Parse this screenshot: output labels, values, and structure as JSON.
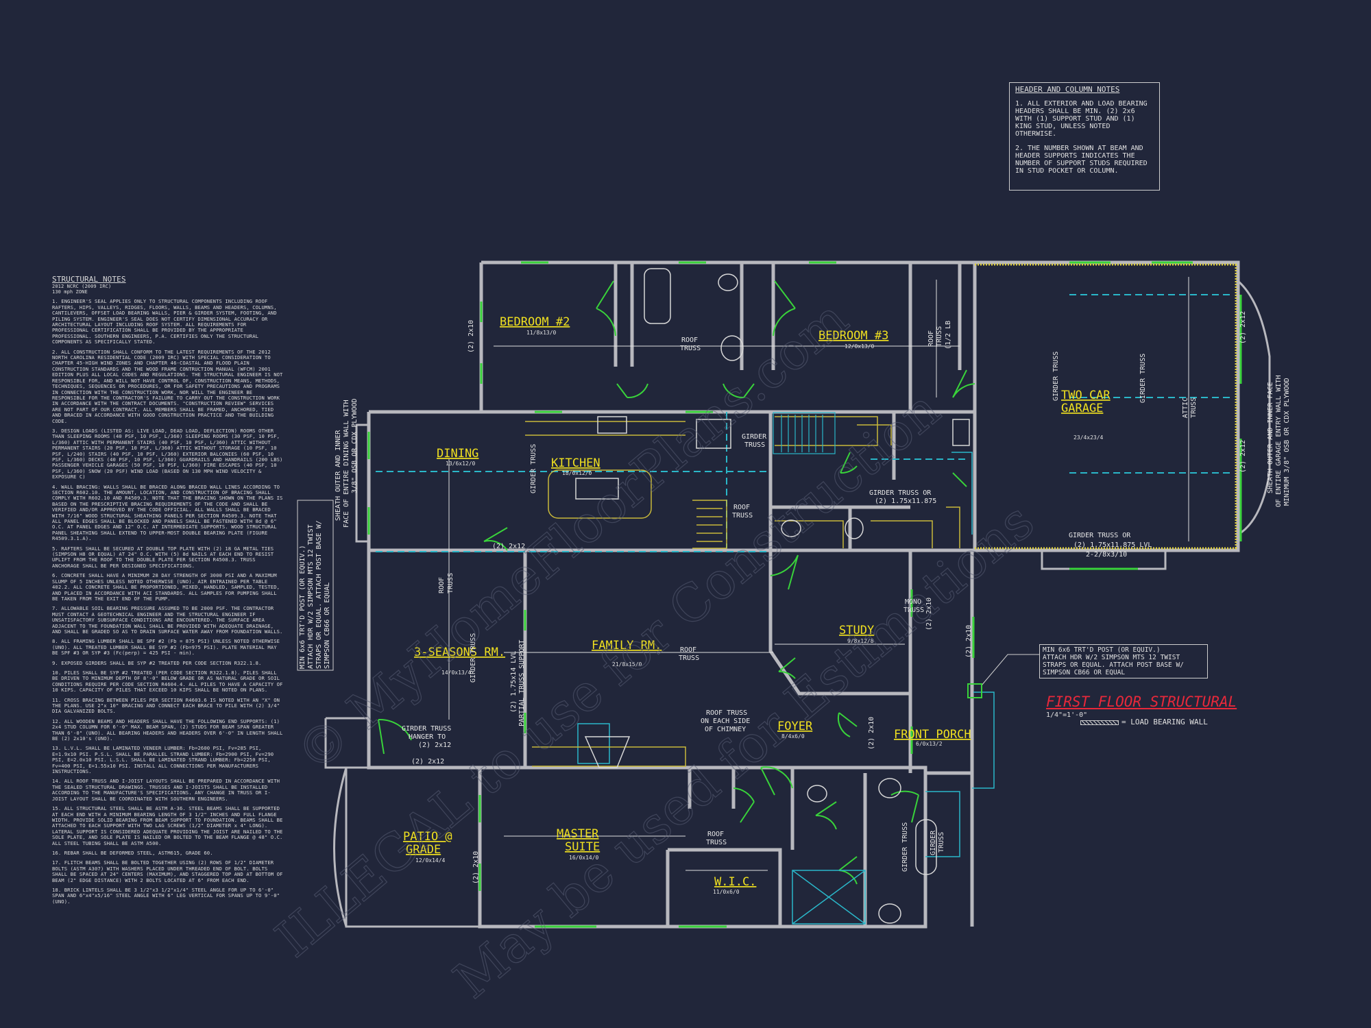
{
  "structural_notes": {
    "title": "STRUCTURAL NOTES",
    "subtitle_1": "2012 NCRC (2009 IRC)",
    "subtitle_2": "130 mph ZONE",
    "items": [
      "1. ENGINEER'S SEAL APPLIES ONLY TO STRUCTURAL COMPONENTS INCLUDING ROOF RAFTERS, HIPS, VALLEYS, RIDGES, FLOORS, WALLS, BEAMS AND HEADERS, COLUMNS, CANTILEVERS, OFFSET LOAD BEARING WALLS, PIER & GIRDER SYSTEM, FOOTING, AND PILING SYSTEM. ENGINEER'S SEAL DOES NOT CERTIFY DIMENSIONAL ACCURACY OR ARCHITECTURAL LAYOUT INCLUDING ROOF SYSTEM. ALL REQUIREMENTS FOR PROFESSIONAL CERTIFICATION SHALL BE PROVIDED BY THE APPROPRIATE PROFESSIONAL. SOUTHERN ENGINEERS, P.A. CERTIFIES ONLY THE STRUCTURAL COMPONENTS AS SPECIFICALLY STATED.",
      "2. ALL CONSTRUCTION SHALL CONFORM TO THE LATEST REQUIREMENTS OF THE 2012 NORTH CAROLINA RESIDENTIAL CODE (2009 IRC) WITH SPECIAL CONSIDERATION TO CHAPTER 45-HIGH WIND ZONES AND CHAPTER 46-COASTAL AND FLOOD PLAIN CONSTRUCTION STANDARDS AND THE WOOD FRAME CONTRUCTION MANUAL (WFCM) 2001 EDITION PLUS ALL LOCAL CODES AND REGULATIONS. THE STRUCTURAL ENGINEER IS NOT RESPONSIBLE FOR, AND WILL NOT HAVE CONTROL OF, CONSTRUCTION MEANS, METHODS, TECHNIQUES, SEQUENCES OR PROCEDURES, OR FOR SAFETY PRECAUTIONS AND PROGRAMS IN CONNECTION WITH THE CONSTRUCTION WORK, NOR WILL THE ENGINEER BE RESPONSIBLE FOR THE CONTRACTOR'S FAILURE TO CARRY OUT THE CONSTRUCTION WORK IN ACCORDANCE WITH THE CONTRACT DOCUMENTS. \"CONSTRUCTION REVIEW\" SERVICES ARE NOT PART OF OUR CONTRACT. ALL MEMBERS SHALL BE FRAMED, ANCHORED, TIED AND BRACED IN ACCORDANCE WITH GOOD CONSTRUCTION PRACTICE AND THE BUILDING CODE.",
      "3. DESIGN LOADS (LISTED AS: LIVE LOAD, DEAD LOAD, DEFLECTION) ROOMS OTHER THAN SLEEPING ROOMS (40 PSF, 10 PSF, L/360) SLEEPING ROOMS (30 PSF, 10 PSF, L/360) ATTIC WITH PERMANENT STAIRS (40 PSF, 10 PSF, L/360) ATTIC WITHOUT PERMANENT STAIRS (20 PSF, 10 PSF, L/360) ATTIC WITHOUT STORAGE (10 PSF, 10 PSF, L/240) STAIRS (40 PSF, 10 PSF, L/360) EXTERIOR BALCONIES (60 PSF, 10 PSF, L/360) DECKS (40 PSF, 10 PSF, L/360) GUARDRAILS AND HANDRAILS (200 LBS) PASSENGER VEHICLE GARAGES (50 PSF, 10 PSF, L/360) FIRE ESCAPES (40 PSF, 10 PSF, L/360) SNOW (20 PSF) WIND LOAD (BASED ON 130 MPH WIND VELOCITY & EXPOSURE C)",
      "4. WALL BRACING: WALLS SHALL BE BRACED ALONG BRACED WALL LINES ACCORDING TO SECTION R602.10. THE AMOUNT, LOCATION, AND CONSTRUCTION OF BRACING SHALL COMPLY WITH R602.10 AND R4509.3. NOTE THAT THE BRACING SHOWN ON THE PLANS IS BASED ON THE PRESCRIPTIVE BRACING REQUIREMENTS OF THE CODE AND SHALL BE VERIFIED AND/OR APPROVED BY THE CODE OFFICIAL. ALL WALLS SHALL BE BRACED WITH 7/16\" WOOD STRUCTURAL SHEATHING PANELS PER SECTION R4509.3. NOTE THAT ALL PANEL EDGES SHALL BE BLOCKED AND PANELS SHALL BE FASTENED WITH 8d @ 6\" O.C. AT PANEL EDGES AND 12\" O.C. AT INTERMEDIATE SUPPORTS. WOOD STRUCTURAL PANEL SHEATHING SHALL EXTEND TO UPPER-MOST DOUBLE BEARING PLATE (FIGURE R4509.3.1.A).",
      "5. RAFTERS SHALL BE SECURED AT DOUBLE TOP PLATE WITH (2) 18 GA METAL TIES (SIMPSON H8 OR EQUAL) AT 24\" O.C. WITH (5) 8d NAILS AT EACH END TO RESIST UPLIFT FROM THE ROOF TO THE DOUBLE PLATE PER SECTION R4508.3. TRUSS ANCHORAGE SHALL BE PER DESIGNED SPECIFICATIONS.",
      "6. CONCRETE SHALL HAVE A MINIMUM 28 DAY STRENGTH OF 3000 PSI AND A MAXIMUM SLUMP OF 5 INCHES UNLESS NOTED OTHERWISE (UNO). AIR ENTRAINED PER TABLE 402.2. ALL CONCRETE SHALL BE PROPORTIONED, MIXED, HANDLED, SAMPLED, TESTED, AND PLACED IN ACCORDANCE WITH ACI STANDARDS. ALL SAMPLES FOR PUMPING SHALL BE TAKEN FROM THE EXIT END OF THE PUMP.",
      "7. ALLOWABLE SOIL BEARING PRESSURE ASSUMED TO BE 2000 PSF. THE CONTRACTOR MUST CONTACT A GEOTECHNICAL ENGINEER AND THE STRUCTURAL ENGINEER IF UNSATISFACTORY SUBSURFACE CONDITIONS ARE ENCOUNTERED. THE SURFACE AREA ADJACENT TO THE FOUNDATION WALL SHALL BE PROVIDED WITH ADEQUATE DRAINAGE, AND SHALL BE GRADED SO AS TO DRAIN SURFACE WATER AWAY FROM FOUNDATION WALLS.",
      "8. ALL FRAMING LUMBER SHALL BE SPF #2 (Fb = 875 PSI) UNLESS NOTED OTHERWISE (UNO). ALL TREATED LUMBER SHALL BE SYP #2 (Fb=975 PSI). PLATE MATERIAL MAY BE SPF #3 OR SYP #3 (Fc(perp) = 425 PSI - min).",
      "9. EXPOSED GIRDERS SHALL BE SYP #2 TREATED PER CODE SECTION R322.1.8.",
      "10. PILES SHALL BE SYP #2 TREATED (PER CODE SECTION R322.1.8). PILES SHALL BE DRIVEN TO MINIMUM DEPTH OF 8'-0\" BELOW GRADE OR AS NATURAL GRADE OR SOIL CONDITIONS REQUIRE PER CODE SECTION R4604.4. ALL PILES TO HAVE A CAPACITY OF 10 KIPS. CAPACITY OF PILES THAT EXCEED 10 KIPS SHALL BE NOTED ON PLANS.",
      "11. CROSS BRACING BETWEEN PILES PER SECTION R4603.6 IS NOTED WITH AN \"X\" ON THE PLANS. USE 2\"x 10\" BRACING AND CONNECT EACH BRACE TO PILE WITH (2) 3/4\" DIA GALVANIZED BOLTS.",
      "12. ALL WOODEN BEAMS AND HEADERS SHALL HAVE THE FOLLOWING END SUPPORTS: (1) 2x4 STUD COLUMN FOR 6'-0\" MAX. BEAM SPAN, (2) STUDS FOR BEAM SPAN GREATER THAN 6'-0\" (UNO). ALL BEARING HEADERS AND HEADERS OVER 6'-0\" IN LENGTH SHALL BE (2) 2x10's (UNO).",
      "13. L.V.L. SHALL BE LAMINATED VENEER LUMBER: Fb=2600 PSI, Fv=285 PSI, E=1.9x10 PSI. P.S.L. SHALL BE PARALLEL STRAND LUMBER: Fb=2900 PSI, Fv=290 PSI, E=2.0x10 PSI. L.S.L. SHALL BE LAMINATED STRAND LUMBER: Fb=2250 PSI, Fv=400 PSI, E=1.55x10 PSI. INSTALL ALL CONNECTIONS PER MANUFACTURERS INSTRUCTIONS.",
      "14. ALL ROOF TRUSS AND I-JOIST LAYOUTS SHALL BE PREPARED IN ACCORDANCE WITH THE SEALED STRUCTURAL DRAWINGS. TRUSSES AND I-JOISTS SHALL BE INSTALLED ACCORDING TO THE MANUFACTURE'S SPECIFICATIONS. ANY CHANGE IN TRUSS OR I-JOIST LAYOUT SHALL BE COORDINATED WITH SOUTHERN ENGINEERS.",
      "15. ALL STRUCTURAL STEEL SHALL BE ASTM A-36. STEEL BEAMS SHALL BE SUPPORTED AT EACH END WITH A MINIMUM BEARING LENGTH OF 3 1/2\" INCHES AND FULL FLANGE WIDTH. PROVIDE SOLID BEARING FROM BEAM SUPPORT TO FOUNDATION. BEAMS SHALL BE ATTACHED TO EACH SUPPORT WITH TWO LAG SCREWS (1/2\" DIAMETER x 4\" LONG). LATERAL SUPPORT IS CONSIDERED ADEQUATE PROVIDING THE JOIST ARE NAILED TO THE SOLE PLATE, AND SOLE PLATE IS NAILED OR BOLTED TO THE BEAM FLANGE @ 48\" O.C. ALL STEEL TUBING SHALL BE ASTM A500.",
      "16. REBAR SHALL BE DEFORMED STEEL, ASTM615, GRADE 60.",
      "17. FLITCH BEAMS SHALL BE BOLTED TOGETHER USING (2) ROWS OF 1/2\" DIAMETER BOLTS (ASTM A307) WITH WASHERS PLACED UNDER THREADED END OF BOLT. BOLTS SHALL BE SPACED AT 24\" CENTERS (MAXIMUM), AND STAGGERED TOP AND AT BOTTOM OF BEAM (2\" EDGE DISTANCE) WITH 2 BOLTS LOCATED AT 6\" FROM EACH END.",
      "18. BRICK LINTELS SHALL BE 3 1/2\"x3 1/2\"x1/4\" STEEL ANGLE FOR UP TO 6'-0\" SPAN AND 6\"x4\"x5/16\" STEEL ANGLE WITH 6\" LEG VERTICAL FOR SPANS UP TO 9'-0\" (UNO)."
    ]
  },
  "header_notes": {
    "title": "HEADER AND COLUMN NOTES",
    "items": [
      "1. ALL EXTERIOR AND LOAD BEARING HEADERS SHALL BE MIN. (2) 2x6 WITH (1) SUPPORT STUD AND (1) KING STUD, UNLESS NOTED OTHERWISE.",
      "2. THE NUMBER SHOWN AT BEAM AND HEADER SUPPORTS INDICATES THE NUMBER OF SUPPORT STUDS REQUIRED IN STUD POCKET OR COLUMN."
    ]
  },
  "rooms": {
    "bedroom2": {
      "name": "BEDROOM #2",
      "dim": "11/8x13/0"
    },
    "bedroom3": {
      "name": "BEDROOM #3",
      "dim": "12/0x13/0"
    },
    "garage_1": "TWO CAR",
    "garage_2": "GARAGE",
    "garage_dim": "23/4x23/4",
    "dining": {
      "name": "DINING",
      "dim": "13/6x12/0"
    },
    "kitchen": {
      "name": "KITCHEN",
      "dim": "18/0x12/0"
    },
    "three_seasons": {
      "name": "3-SEASONS RM.",
      "dim": "14/0x13/4"
    },
    "family": {
      "name": "FAMILY RM.",
      "dim": "21/8x15/0"
    },
    "study": {
      "name": "STUDY",
      "dim": "9/8x12/8"
    },
    "foyer": {
      "name": "FOYER",
      "dim": "8/4x6/0"
    },
    "front_porch": {
      "name": "FRONT PORCH",
      "dim": "6/0x13/2"
    },
    "patio_1": "PATIO @",
    "patio_2": "GRADE",
    "patio_dim": "12/0x14/4",
    "master_1": "MASTER",
    "master_2": "SUITE",
    "master_dim": "16/0x14/0",
    "wic": {
      "name": "W.I.C.",
      "dim": "11/0x6/0"
    }
  },
  "labels": {
    "roof_truss": "ROOF",
    "truss": "TRUSS",
    "girder": "GIRDER",
    "girder_truss": "GIRDER TRUSS",
    "girder_truss_hanger_1": "GIRDER TRUSS",
    "girder_truss_hanger_2": "HANGER TO",
    "girder_truss_hanger_3": "(2) 2x12",
    "roof_truss_chimney_1": "ROOF TRUSS",
    "roof_truss_chimney_2": "ON EACH SIDE",
    "roof_truss_chimney_3": "OF CHIMNEY",
    "mono": "MONO",
    "attic": "ATTIC",
    "lvl_1": "(2) 1.75x14 LVL",
    "lvl_2": "PARTIAL TRUSS SUPPORT",
    "girder_lvl": "(2) 1.75x11.875 LVL",
    "girder_truss_or": "GIRDER TRUSS OR",
    "garage_header": "2-2/8x3/10",
    "hdr_2x10": "(2) 2x10",
    "hdr_2x12": "(2) 2x12",
    "girder_stair": "GIRDER TRUSS OR",
    "girder_stair_2": "(2) 1.75x11.875",
    "roof_truss_garage_1": "ROOF",
    "roof_truss_garage_2": "TRUSS",
    "roof_garage_3": "(1/2 LB",
    "sheath_left_1": "SHEATH OUTER AND INNER",
    "sheath_left_2": "FACE OF ENTIRE DINING WALL WITH",
    "sheath_left_3": "3/8\" OSB OR CDX PLYWOOD",
    "sheath_right_1": "SHEATH OUTER AND INNER FACE",
    "sheath_right_2": "OF ENTIRE GARAGE ENTRY WALL WITH",
    "sheath_right_3": "MINIMUM 3/8\" OSB OR CDX PLYWOOD",
    "post_left_1": "MIN 6x6 TRT'D POST (OR EQUIV.)",
    "post_left_2": "ATTACH HDR W/2 SIMPSON MTS 12 TWIST",
    "post_left_3": "STRAPS OR EQUAL. ATTACH POST BASE W/",
    "post_left_4": "SIMPSON CB66 OR EQUAL"
  },
  "callout": {
    "line1": "MIN 6x6 TRT'D POST (OR EQUIV.)",
    "line2": "ATTACH HDR W/2 SIMPSON MTS 12 TWIST",
    "line3": "STRAPS OR EQUAL. ATTACH POST BASE W/",
    "line4": "SIMPSON CB66 OR EQUAL"
  },
  "title_block": {
    "title": "FIRST FLOOR STRUCTURAL",
    "scale": "1/4\"=1'-0\"",
    "legend": "= LOAD BEARING WALL"
  },
  "watermark": {
    "line1": "© MyHomeFloorPlans.com",
    "line2": "ILLEGAL to use for Construction",
    "line3": "May be used for Estimations"
  },
  "colors": {
    "background": "#21263a",
    "wall": "#b8b8be",
    "room_label": "#f0e020",
    "header_green": "#39d33a",
    "cyan": "#2ab7c9",
    "title_red": "#e8283a"
  }
}
